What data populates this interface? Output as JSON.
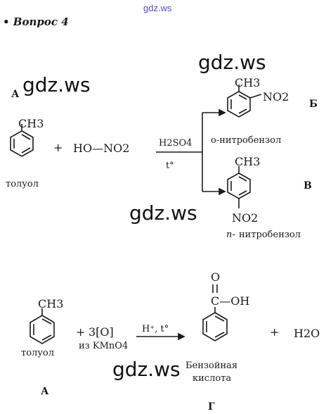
{
  "watermark_top": "gdz.ws",
  "heading": "• Вопрос 4",
  "watermark": "gdz.ws",
  "reaction1": {
    "label_a": "А",
    "toluene_substituent": "CH3",
    "toluene_name": "толуол",
    "plus": "+",
    "reagent": "HO—NO2",
    "catalyst": "H2SO4",
    "condition": "t°",
    "ortho_ch3": "CH3",
    "ortho_no2": "NO2",
    "ortho_name": "о-нитробензол",
    "label_b": "Б",
    "para_ch3": "CH3",
    "para_no2": "NO2",
    "para_prefix": "n-",
    "para_name": "нитробензол",
    "label_v": "В"
  },
  "reaction2": {
    "toluene_substituent": "CH3",
    "toluene_name": "толуол",
    "label_a": "А",
    "plus1": "+",
    "oxidant": "3[O]",
    "oxidant_source": "из KMnO4",
    "condition": "H⁺, t°",
    "acid_o": "O",
    "acid_coh": "C—OH",
    "acid_name_1": "Бензойная",
    "acid_name_2": "кислота",
    "label_g": "Г",
    "plus2": "+",
    "water": "H2O"
  }
}
